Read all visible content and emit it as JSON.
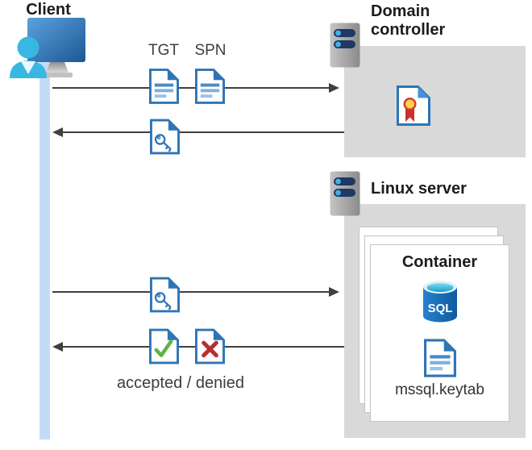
{
  "diagram": {
    "client": {
      "label": "Client"
    },
    "domain_controller": {
      "label": "Domain controller"
    },
    "linux_server": {
      "label": "Linux server"
    },
    "container": {
      "title": "Container",
      "sql_label": "SQL",
      "keytab_label": "mssql.keytab"
    },
    "messages": {
      "tgt": "TGT",
      "spn": "SPN",
      "accepted_denied": "accepted / denied"
    },
    "colors": {
      "accent_blue": "#2e75b6",
      "doc_line_blue": "#4a8bc9",
      "doc_line_light": "#9cc2e8",
      "lifeline_blue": "#c3dcf6",
      "box_gray": "#d9d9d9",
      "arrow_gray": "#404040",
      "success_green": "#5fb346",
      "error_red": "#b52f2f",
      "sql_blue": "#1266b1",
      "person_cyan": "#39b7e3",
      "server_bar_navy": "#1f3864",
      "cert_red": "#c9302f",
      "cert_yellow": "#ffd34d"
    }
  }
}
